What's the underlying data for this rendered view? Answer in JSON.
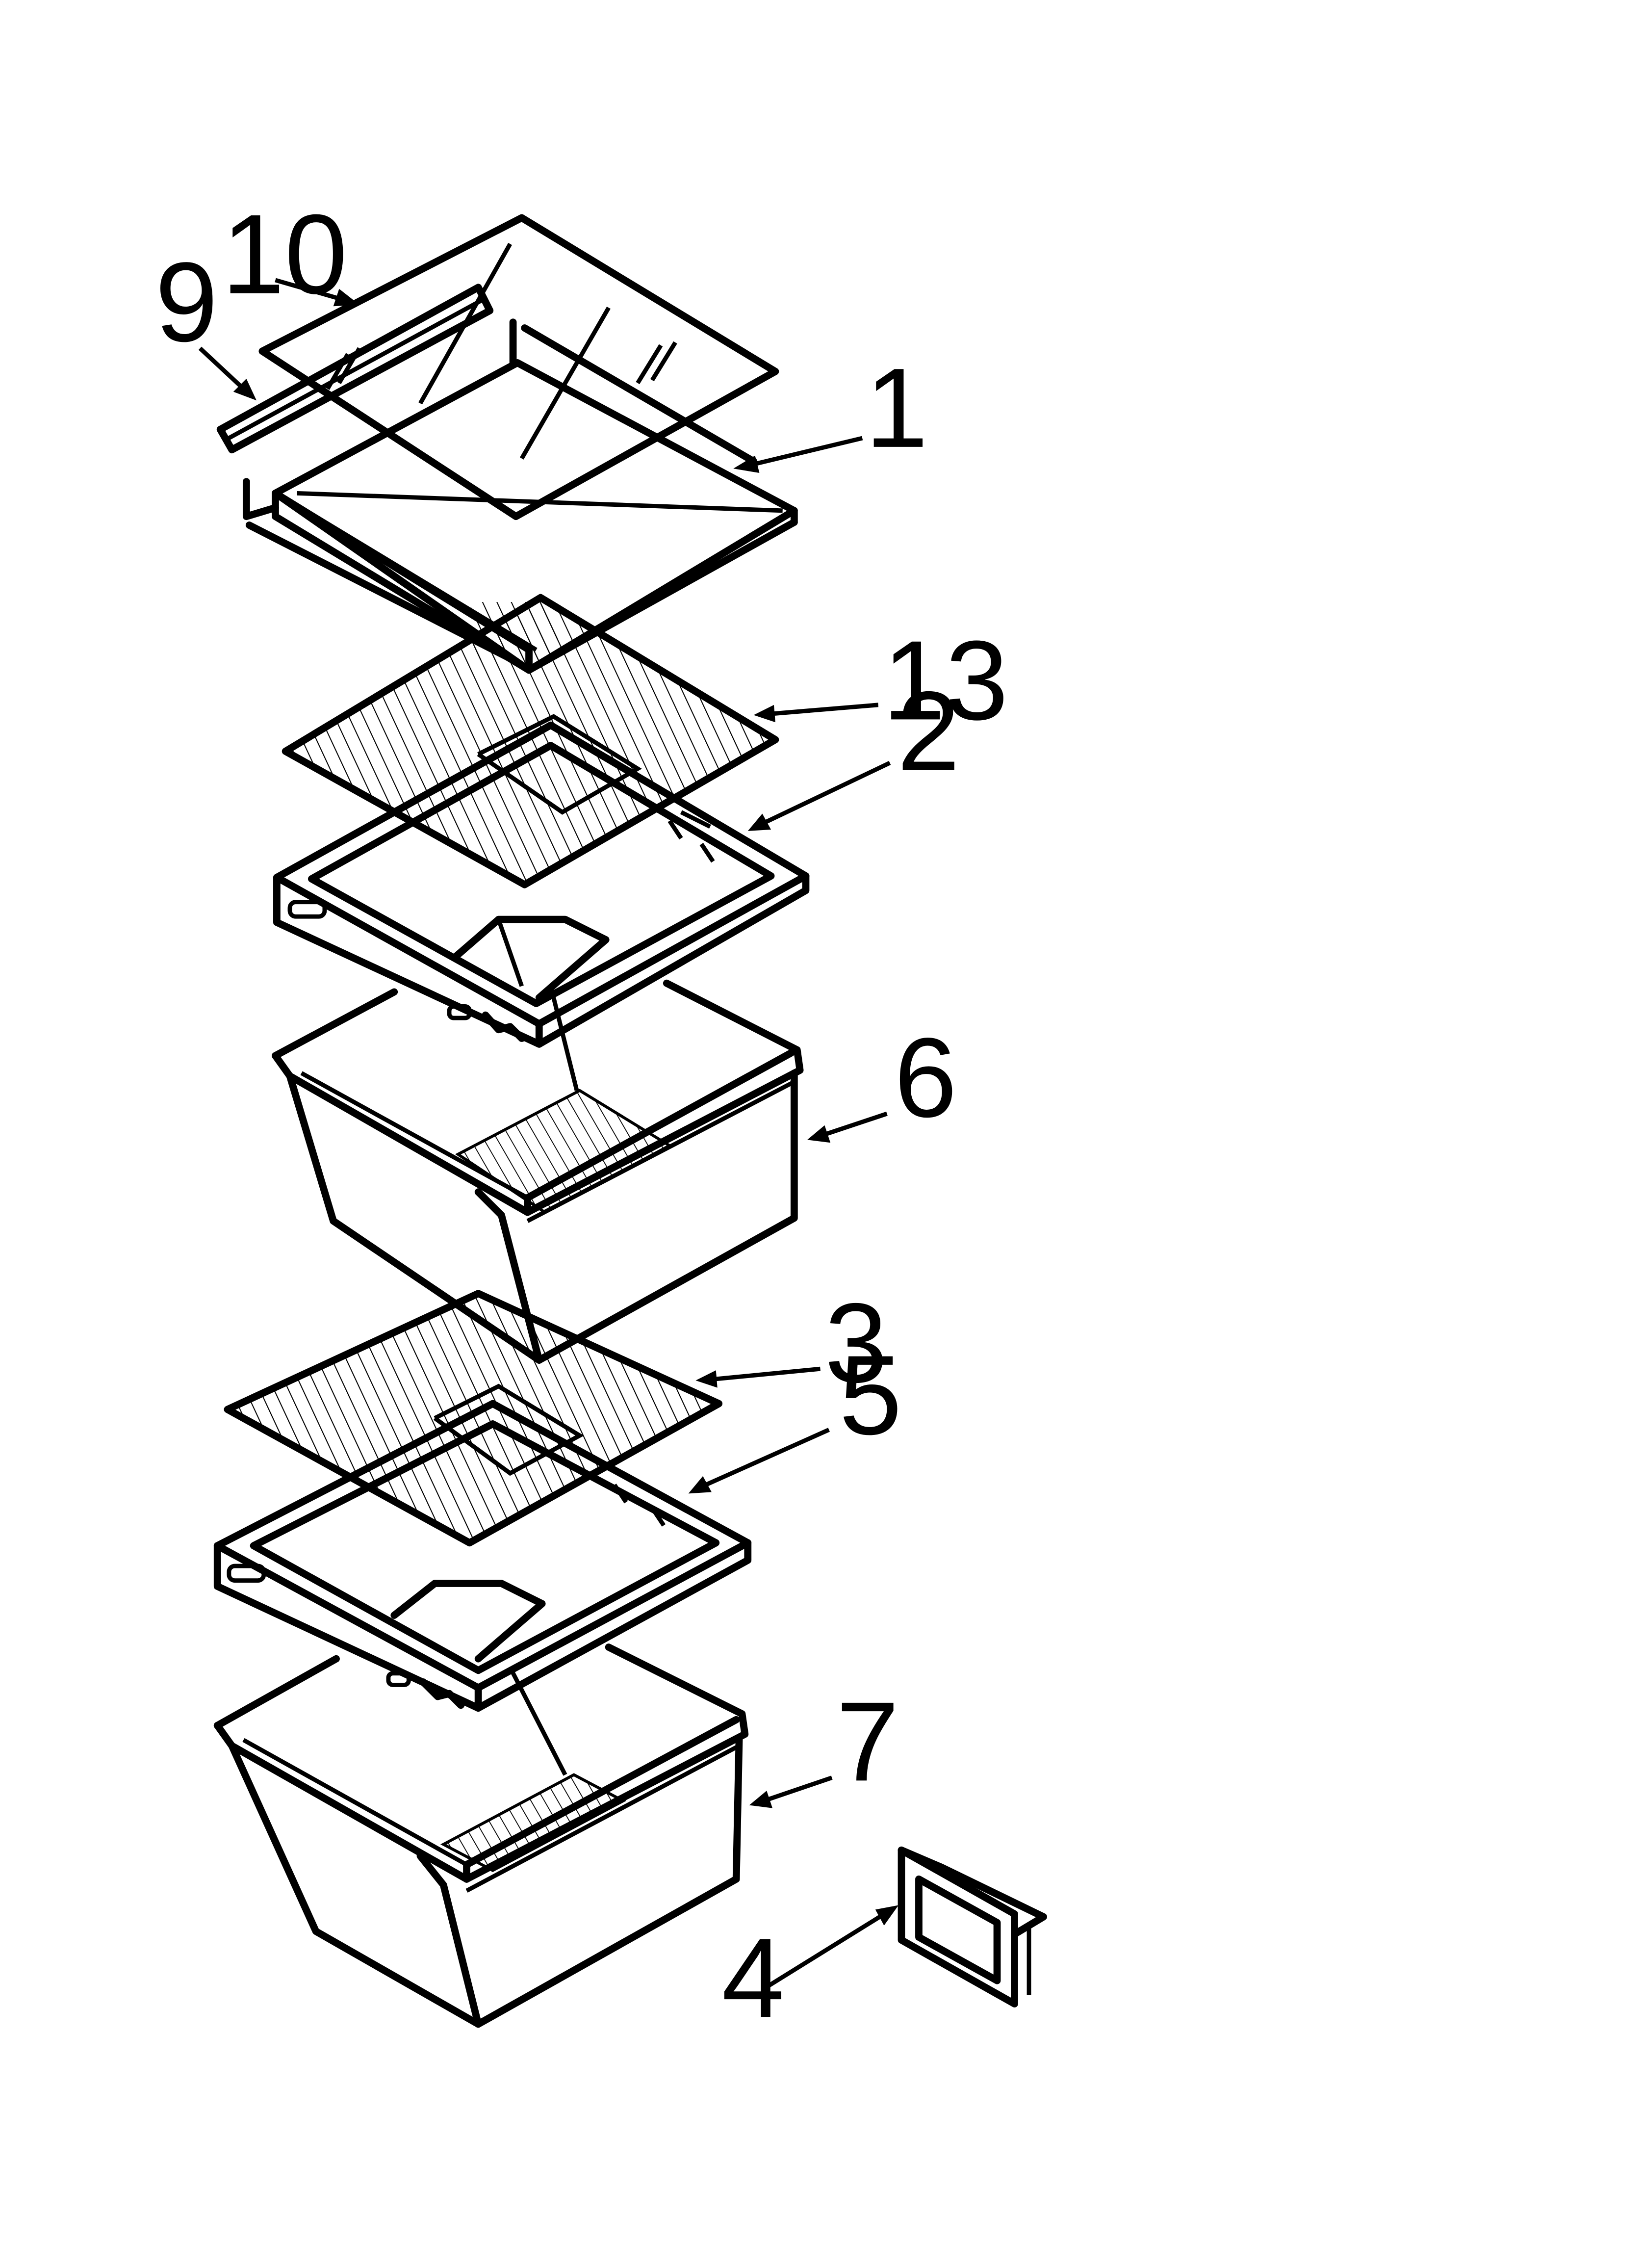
{
  "callouts": {
    "c10": "10",
    "c9": "9",
    "c1": "1",
    "c13": "13",
    "c2": "2",
    "c6": "6",
    "c3": "3",
    "c5": "5",
    "c7": "7",
    "c4": "4"
  }
}
